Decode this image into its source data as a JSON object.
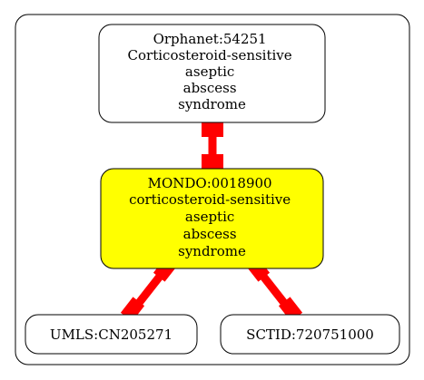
{
  "colors": {
    "background": "#ffffff",
    "border": "#000000",
    "highlight_fill": "#ffff00",
    "edge": "#ff0000"
  },
  "nodes": {
    "orphanet": {
      "lines": [
        "Orphanet:54251",
        "Corticosteroid-sensitive",
        "aseptic",
        "abscess",
        "syndrome"
      ]
    },
    "mondo": {
      "lines": [
        "MONDO:0018900",
        "corticosteroid-sensitive",
        "aseptic",
        "abscess",
        "syndrome"
      ]
    },
    "umls": {
      "lines": [
        "UMLS:CN205271"
      ]
    },
    "sctid": {
      "lines": [
        "SCTID:720751000"
      ]
    }
  }
}
